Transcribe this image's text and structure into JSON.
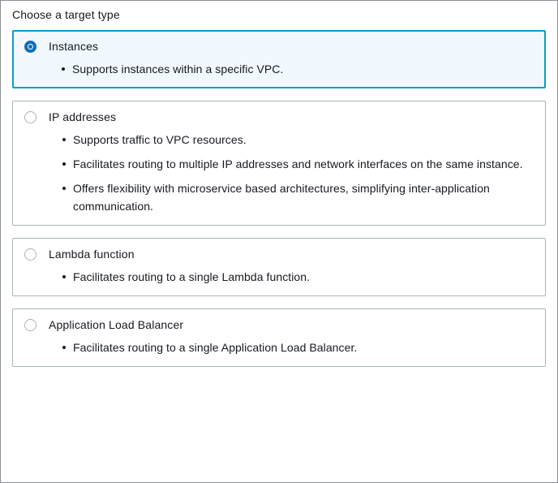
{
  "section": {
    "title": "Choose a target type"
  },
  "options": [
    {
      "id": "instances",
      "label": "Instances",
      "selected": true,
      "bullets": [
        "Supports instances within a specific VPC."
      ]
    },
    {
      "id": "ip-addresses",
      "label": "IP addresses",
      "selected": false,
      "bullets": [
        "Supports traffic to VPC resources.",
        "Facilitates routing to multiple IP addresses and network interfaces on the same instance.",
        "Offers flexibility with microservice based architectures, simplifying inter-application communication."
      ]
    },
    {
      "id": "lambda-function",
      "label": "Lambda function",
      "selected": false,
      "bullets": [
        "Facilitates routing to a single Lambda function."
      ]
    },
    {
      "id": "application-load-balancer",
      "label": "Application Load Balancer",
      "selected": false,
      "bullets": [
        "Facilitates routing to a single Application Load Balancer."
      ]
    }
  ],
  "colors": {
    "selected_border": "#0c9fc4",
    "selected_background": "#f1f8fe",
    "radio_checked": "#0d6fb8",
    "card_border": "#aab7b8",
    "text": "#16191f",
    "page_border": "#8a8f94"
  }
}
